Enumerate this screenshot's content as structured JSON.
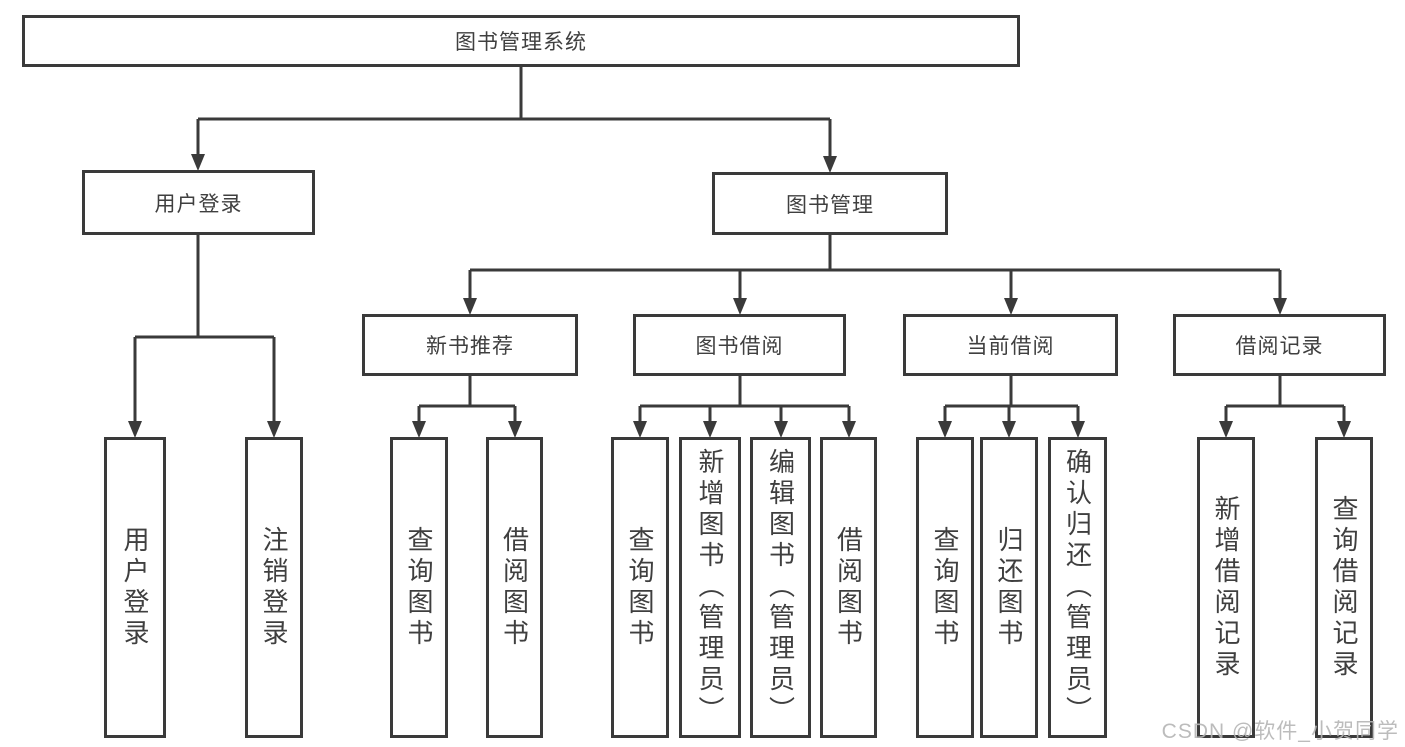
{
  "diagram": {
    "root": {
      "label": "图书管理系统"
    },
    "branches": [
      {
        "label": "用户登录"
      },
      {
        "label": "图书管理"
      }
    ],
    "modules": [
      {
        "label": "新书推荐",
        "parent": "图书管理"
      },
      {
        "label": "图书借阅",
        "parent": "图书管理"
      },
      {
        "label": "当前借阅",
        "parent": "图书管理"
      },
      {
        "label": "借阅记录",
        "parent": "图书管理"
      }
    ],
    "leaves": [
      {
        "label": "用户登录",
        "parent": "用户登录"
      },
      {
        "label": "注销登录",
        "parent": "用户登录"
      },
      {
        "label": "查询图书",
        "parent": "新书推荐"
      },
      {
        "label": "借阅图书",
        "parent": "新书推荐"
      },
      {
        "label": "查询图书",
        "parent": "图书借阅"
      },
      {
        "label": "新增图书（管理员）",
        "parent": "图书借阅"
      },
      {
        "label": "编辑图书（管理员）",
        "parent": "图书借阅"
      },
      {
        "label": "借阅图书",
        "parent": "图书借阅"
      },
      {
        "label": "查询图书",
        "parent": "当前借阅"
      },
      {
        "label": "归还图书",
        "parent": "当前借阅"
      },
      {
        "label": "确认归还（管理员）",
        "parent": "当前借阅"
      },
      {
        "label": "新增借阅记录",
        "parent": "借阅记录"
      },
      {
        "label": "查询借阅记录",
        "parent": "借阅记录"
      }
    ]
  },
  "watermark": {
    "text": "CSDN @软件_小贺同学"
  },
  "colors": {
    "line": "#3a3a3a",
    "box_border": "#3a3a3a",
    "text": "#3f3f3f",
    "watermark": "#b5b5b5",
    "background": "#ffffff"
  }
}
